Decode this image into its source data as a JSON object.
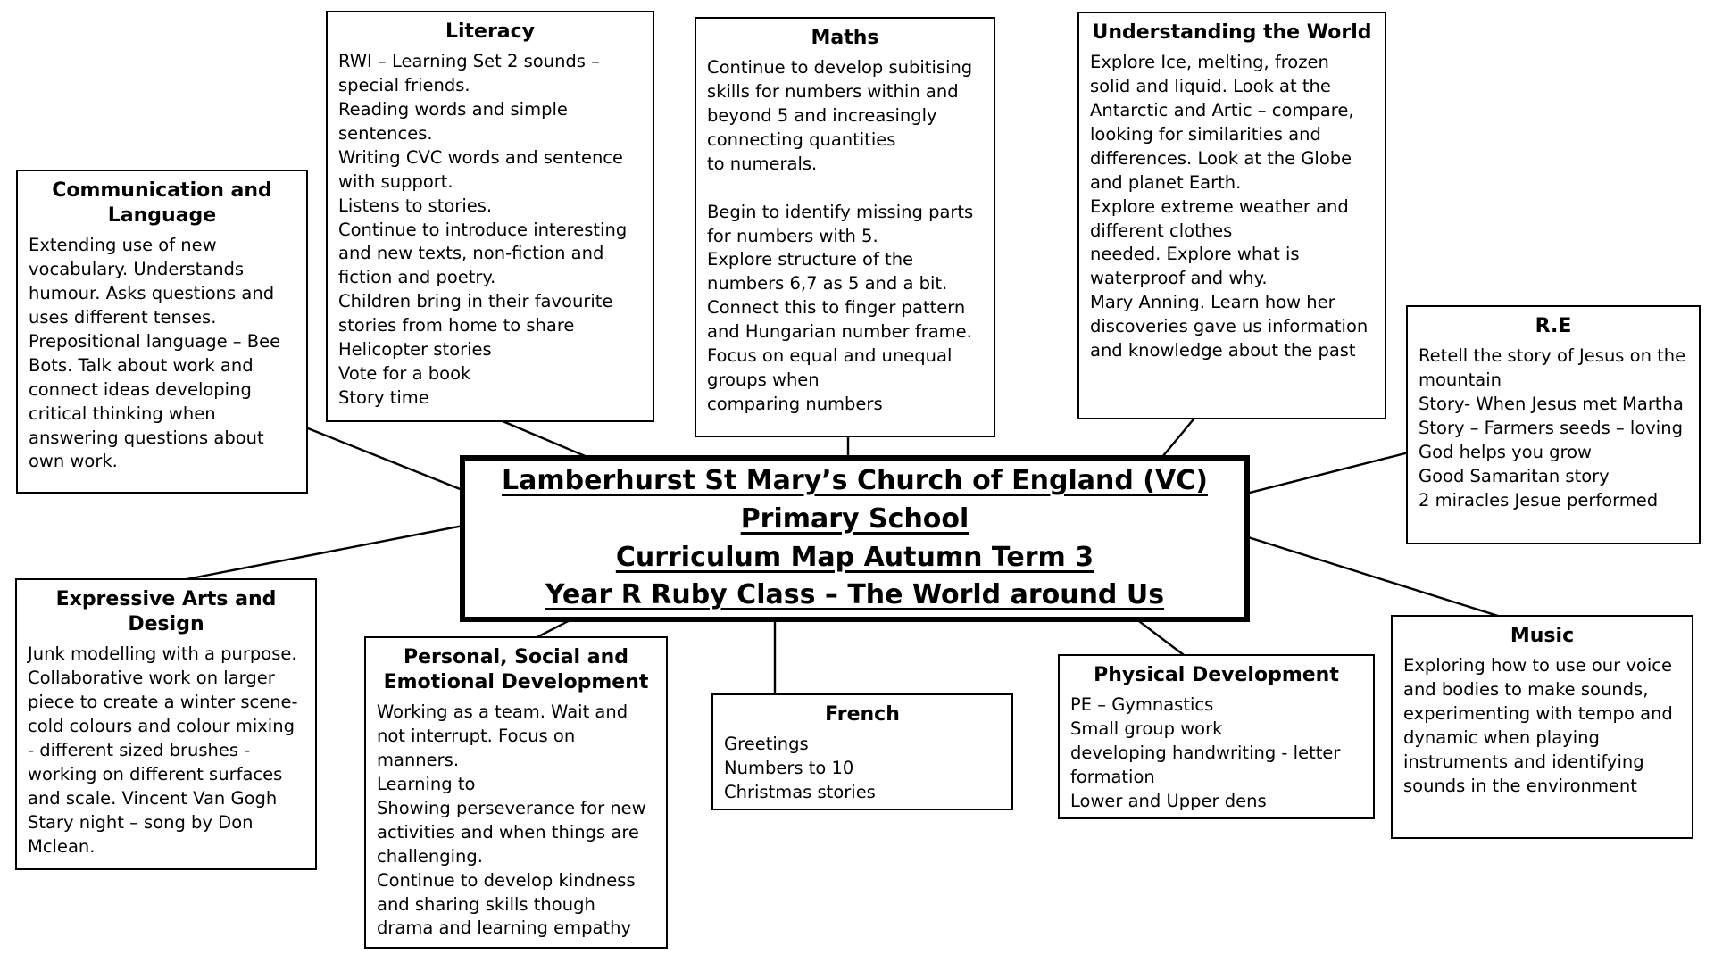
{
  "center": {
    "lines": [
      "Lamberhurst St Mary’s Church of England (VC)",
      "Primary School",
      "Curriculum Map Autumn Term 3",
      "Year R Ruby Class – The World around Us"
    ]
  },
  "boxes": {
    "literacy": {
      "title": "Literacy",
      "body": "RWI – Learning Set 2 sounds – special friends.\nReading words and simple sentences.\nWriting CVC words and sentence with support.\nListens to stories.\nContinue to introduce interesting and new texts, non-fiction and fiction and poetry.\nChildren bring in their favourite stories from home to share\nHelicopter stories\nVote for a book\nStory time"
    },
    "maths": {
      "title": "Maths",
      "body": "Continue to develop subitising skills for numbers within and beyond 5 and increasingly connecting quantities\nto numerals.\n\nBegin to identify missing parts for numbers with 5.\nExplore structure of the numbers 6,7 as 5 and a bit.\nConnect this to finger pattern and Hungarian number frame.\nFocus on equal and unequal groups when\ncomparing numbers"
    },
    "understanding_world": {
      "title": "Understanding the World",
      "body": "Explore Ice, melting, frozen solid and liquid. Look at the Antarctic and Artic – compare, looking for similarities and differences. Look at the Globe and planet Earth.\nExplore extreme weather and different clothes\nneeded. Explore what is waterproof and why.\nMary Anning. Learn how her discoveries gave us information and knowledge about the past"
    },
    "communication_language": {
      "title": "Communication and Language",
      "body": "Extending use of new vocabulary. Understands humour. Asks questions and uses different tenses. Prepositional language – Bee Bots.  Talk about work and connect ideas developing critical thinking when answering questions about own work."
    },
    "re": {
      "title": "R.E",
      "body": "Retell the story of Jesus on the mountain\nStory- When Jesus met Martha\nStory – Farmers seeds – loving God helps you grow\nGood Samaritan story\n2 miracles Jesue performed"
    },
    "expressive_arts": {
      "title": "Expressive Arts and Design",
      "body": "Junk modelling with a purpose. Collaborative work on larger piece to create a winter scene- cold colours and colour mixing - different sized brushes - working on different surfaces and scale. Vincent Van Gogh Stary night – song by Don Mclean."
    },
    "psed": {
      "title": "Personal, Social and Emotional Development",
      "body": "Working as a team. Wait and not interrupt. Focus on manners.\nLearning to\nShowing perseverance for new activities and when things are challenging.\nContinue to develop kindness and sharing skills though drama and learning empathy"
    },
    "french": {
      "title": "French",
      "body": "Greetings\nNumbers to 10\nChristmas stories"
    },
    "physical_development": {
      "title": "Physical Development",
      "body": "PE – Gymnastics\nSmall group work\ndeveloping handwriting - letter formation\nLower and Upper dens"
    },
    "music": {
      "title": "Music",
      "body": "Exploring how to use our voice and bodies to make sounds, experimenting with tempo and dynamic when playing instruments and identifying sounds in the environment"
    }
  },
  "colors": {
    "ink": "#000000",
    "paper": "#ffffff"
  }
}
